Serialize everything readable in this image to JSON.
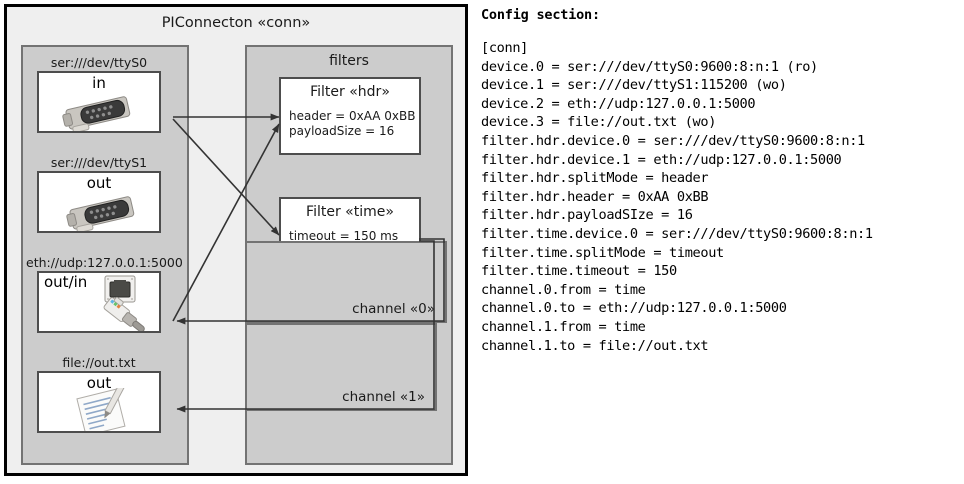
{
  "diagram": {
    "title": "PIConnecton «conn»",
    "devices_panel": {
      "devices": [
        {
          "label": "ser:///dev/ttyS0",
          "io": "in",
          "icon": "serial-connector-icon",
          "io_align": "center"
        },
        {
          "label": "ser:///dev/ttyS1",
          "io": "out",
          "icon": "serial-connector-icon",
          "io_align": "center"
        },
        {
          "label": "eth://udp:127.0.0.1:5000",
          "io": "out/in",
          "icon": "ethernet-plug-icon",
          "io_align": "left"
        },
        {
          "label": "file://out.txt",
          "io": "out",
          "icon": "text-file-icon",
          "io_align": "center"
        }
      ]
    },
    "filters_panel": {
      "title": "filters",
      "filters": [
        {
          "title": "Filter «hdr»",
          "props": [
            "header = 0xAA 0xBB",
            "payloadSize = 16"
          ]
        },
        {
          "title": "Filter «time»",
          "props": [
            "timeout = 150 ms"
          ]
        }
      ],
      "channels": [
        {
          "label": "channel «0»"
        },
        {
          "label": "channel «1»"
        }
      ]
    },
    "colors": {
      "outer_border": "#000000",
      "outer_fill": "#efefef",
      "panel_fill": "#cccccc",
      "panel_border": "#737373",
      "box_fill": "#ffffff",
      "box_border": "#4d4d4d",
      "connector_line": "#333333"
    }
  },
  "config": {
    "heading": "Config section:",
    "lines": [
      "[conn]",
      "device.0 = ser:///dev/ttyS0:9600:8:n:1 (ro)",
      "device.1 = ser:///dev/ttyS1:115200 (wo)",
      "device.2 = eth://udp:127.0.0.1:5000",
      "device.3 = file://out.txt (wo)",
      "filter.hdr.device.0 = ser:///dev/ttyS0:9600:8:n:1",
      "filter.hdr.device.1 = eth://udp:127.0.0.1:5000",
      "filter.hdr.splitMode = header",
      "filter.hdr.header = 0xAA 0xBB",
      "filter.hdr.payloadSIze = 16",
      "filter.time.device.0 = ser:///dev/ttyS0:9600:8:n:1",
      "filter.time.splitMode = timeout",
      "filter.time.timeout = 150",
      "channel.0.from = time",
      "channel.0.to = eth://udp:127.0.0.1:5000",
      "channel.1.from = time",
      "channel.1.to = file://out.txt"
    ]
  }
}
